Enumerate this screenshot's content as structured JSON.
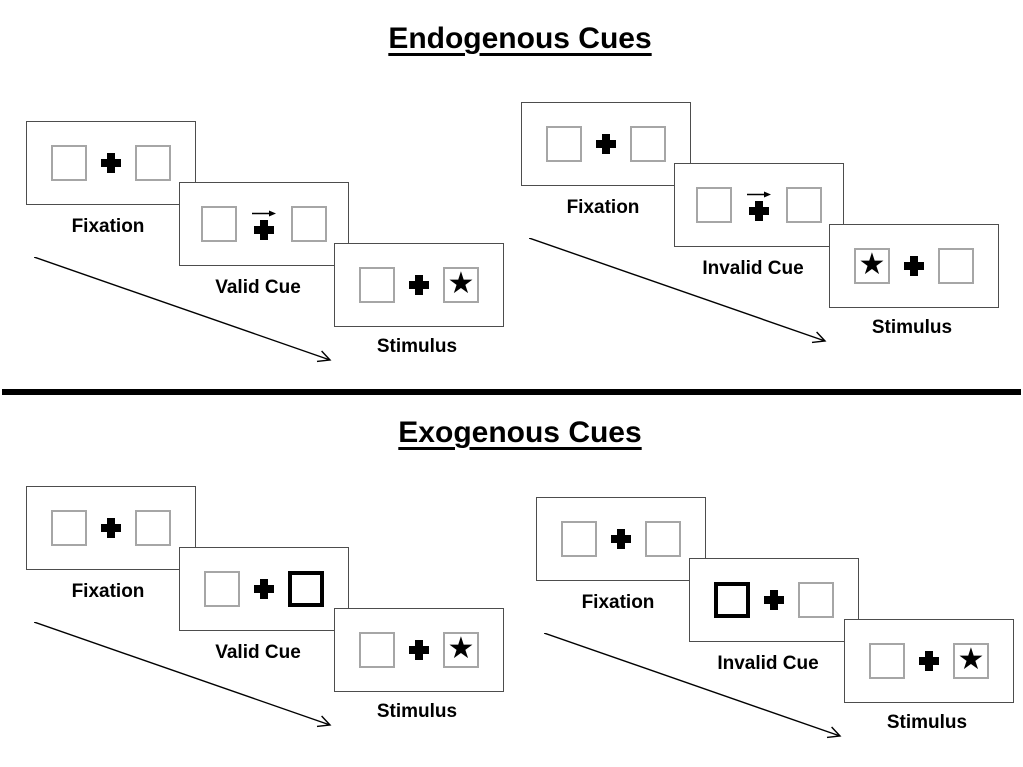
{
  "page": {
    "kind": "attention-cueing-paradigm-slide",
    "background": "#ffffff"
  },
  "sections": [
    {
      "title": "Endogenous Cues",
      "sequences": [
        {
          "name": "valid-trial",
          "steps": [
            {
              "label": "Fixation",
              "display": "two empty boxes with central fixation cross"
            },
            {
              "label": "Valid Cue",
              "display": "central arrow above fixation cross pointing right",
              "cue_direction": "right"
            },
            {
              "label": "Stimulus",
              "display": "star target in right box",
              "target_location": "right"
            }
          ]
        },
        {
          "name": "invalid-trial",
          "steps": [
            {
              "label": "Fixation",
              "display": "two empty boxes with central fixation cross"
            },
            {
              "label": "Invalid Cue",
              "display": "central arrow above fixation cross pointing right",
              "cue_direction": "right"
            },
            {
              "label": "Stimulus",
              "display": "star target in left box",
              "target_location": "left"
            }
          ]
        }
      ]
    },
    {
      "title": "Exogenous Cues",
      "sequences": [
        {
          "name": "valid-trial",
          "steps": [
            {
              "label": "Fixation",
              "display": "two empty boxes with central fixation cross"
            },
            {
              "label": "Valid Cue",
              "display": "right box border thickened (peripheral highlight)",
              "cue_location": "right"
            },
            {
              "label": "Stimulus",
              "display": "star target in right box",
              "target_location": "right"
            }
          ]
        },
        {
          "name": "invalid-trial",
          "steps": [
            {
              "label": "Fixation",
              "display": "two empty boxes with central fixation cross"
            },
            {
              "label": "Invalid Cue",
              "display": "left box border thickened (peripheral highlight)",
              "cue_location": "left"
            },
            {
              "label": "Stimulus",
              "display": "star target in right box",
              "target_location": "right"
            }
          ]
        }
      ]
    }
  ],
  "glyphs": {
    "star": "★"
  },
  "icons": {
    "star-icon": "★ filled five-point star",
    "fixation-cross-icon": "heavy black plus (css cross)",
    "cue-arrow-right-icon": "small right-pointing arrow",
    "time-arrow-icon": "long diagonal down-right arrow"
  },
  "colors": {
    "background": "#ffffff",
    "ink": "#000000",
    "panel_border": "#4d4d4d",
    "box_border": "#a6a6a6",
    "bold_cue_border": "#000000"
  }
}
